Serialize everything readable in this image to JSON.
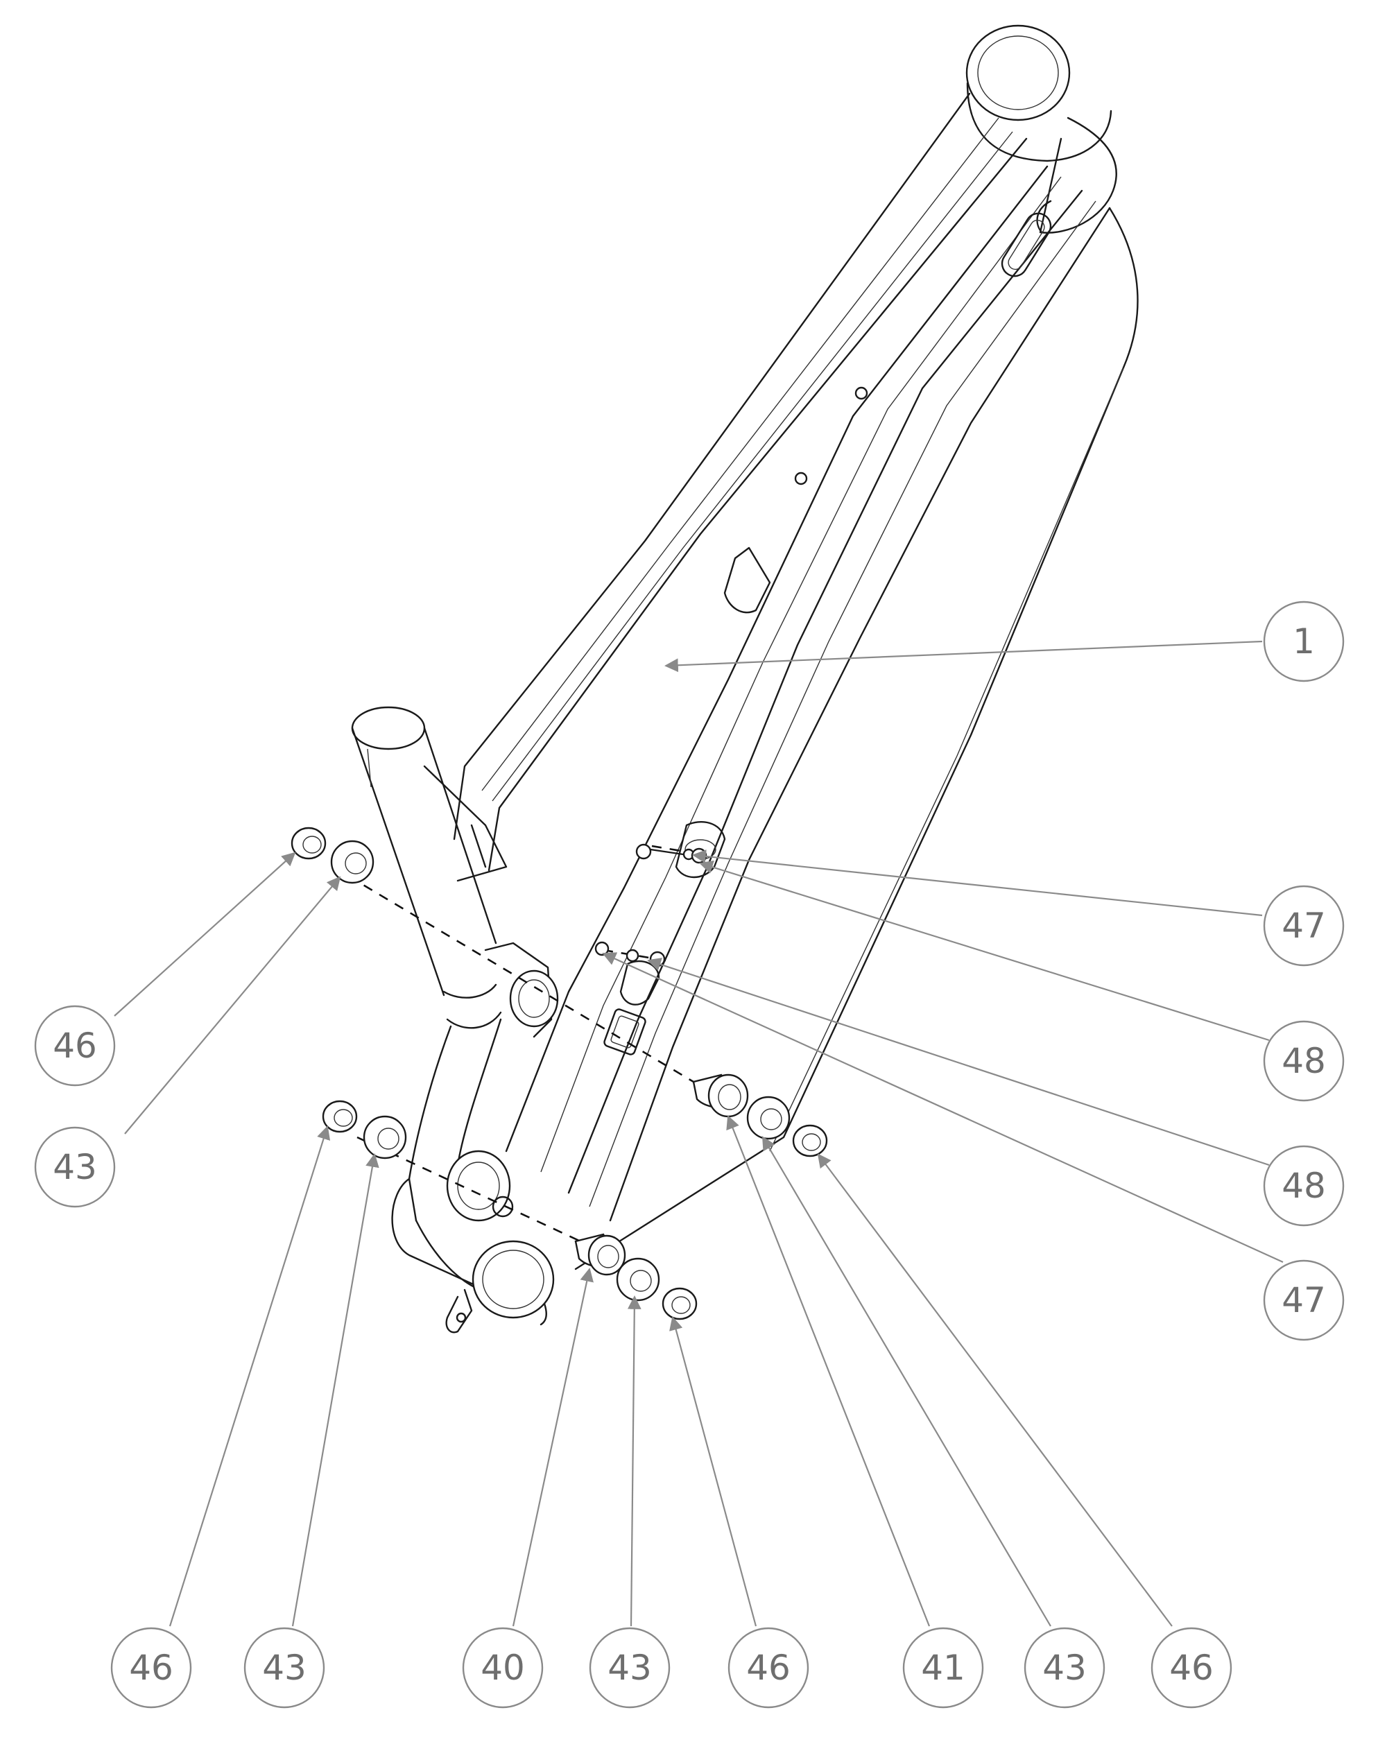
{
  "colors": {
    "line": "#1a1a1a",
    "leader": "#8a8a8a",
    "label": "#6e6e6e",
    "background": "#ffffff"
  },
  "callouts": [
    {
      "id": "c1",
      "label": "1"
    },
    {
      "id": "c47a",
      "label": "47"
    },
    {
      "id": "c48a",
      "label": "48"
    },
    {
      "id": "c48b",
      "label": "48"
    },
    {
      "id": "c47b",
      "label": "47"
    },
    {
      "id": "c46a",
      "label": "46"
    },
    {
      "id": "c43a",
      "label": "43"
    },
    {
      "id": "c46b",
      "label": "46"
    },
    {
      "id": "c43b",
      "label": "43"
    },
    {
      "id": "c40",
      "label": "40"
    },
    {
      "id": "c43c",
      "label": "43"
    },
    {
      "id": "c46c",
      "label": "46"
    },
    {
      "id": "c41",
      "label": "41"
    },
    {
      "id": "c43d",
      "label": "43"
    },
    {
      "id": "c46d",
      "label": "46"
    }
  ]
}
